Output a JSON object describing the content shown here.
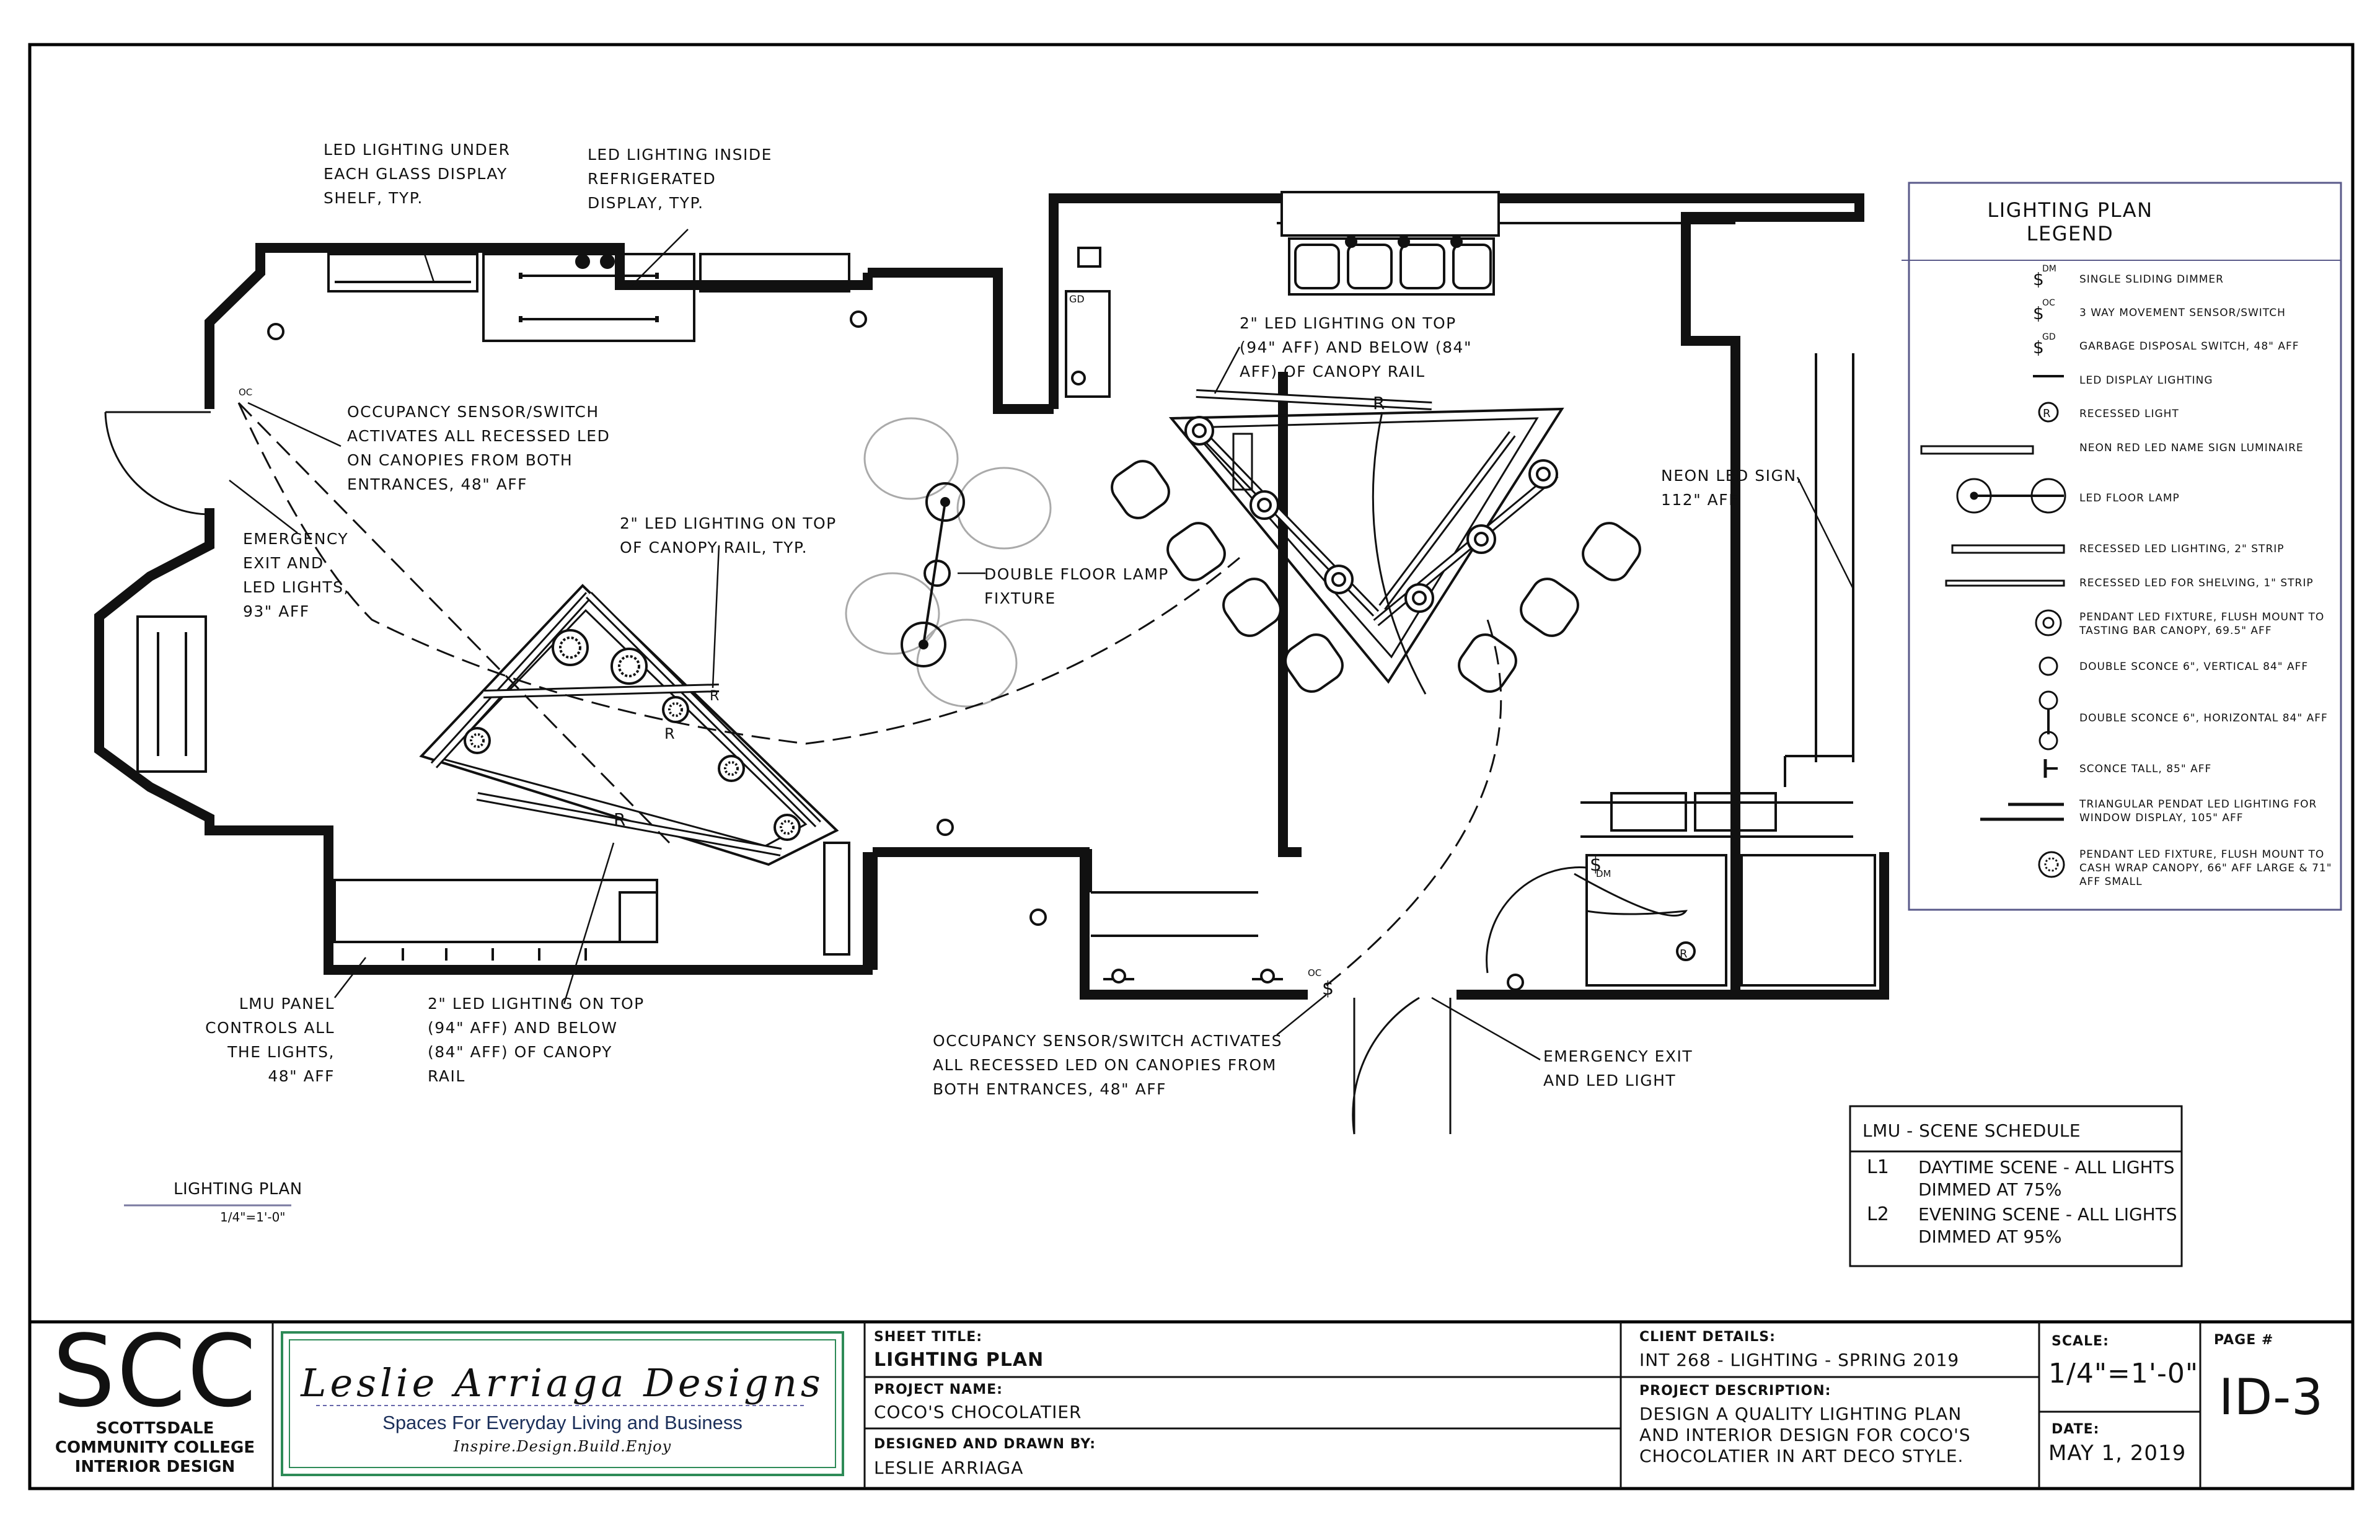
{
  "annotations": {
    "led_under_shelf": "LED LIGHTING UNDER\nEACH GLASS DISPLAY\nSHELF, TYP.",
    "led_inside_display": "LED LIGHTING INSIDE\nREFRIGERATED\nDISPLAY, TYP.",
    "led_canopy_right": "2\" LED LIGHTING ON TOP\n(94\" AFF) AND BELOW (84\"\nAFF) OF CANOPY RAIL",
    "occupancy_top": "OCCUPANCY SENSOR/SWITCH\nACTIVATES ALL RECESSED LED\nON CANOPIES FROM BOTH\nENTRANCES, 48\" AFF",
    "emergency_left": "EMERGENCY\nEXIT AND\nLED LIGHTS,\n93\" AFF",
    "canopy_rail_typ": "2\" LED LIGHTING ON TOP\nOF CANOPY RAIL, TYP.",
    "floor_lamp": "DOUBLE FLOOR LAMP\nFIXTURE",
    "neon_sign": "NEON LED SIGN,\n112\" AFF",
    "lmu_panel": "LMU PANEL\nCONTROLS ALL\nTHE LIGHTS,\n48\" AFF",
    "led_canopy_left": "2\" LED LIGHTING ON TOP\n(94\" AFF) AND BELOW\n(84\" AFF) OF CANOPY\nRAIL",
    "occupancy_bottom": "OCCUPANCY SENSOR/SWITCH ACTIVATES\nALL RECESSED LED ON CANOPIES FROM\nBOTH ENTRANCES, 48\" AFF",
    "emergency_bottom": "EMERGENCY EXIT\nAND LED LIGHT"
  },
  "plan_symbols": {
    "r": "R",
    "dm": "DM",
    "oc": "OC",
    "gd": "GD",
    "dollar": "$"
  },
  "plan_title": {
    "name": "LIGHTING PLAN",
    "scale": "1/4\"=1'-0\""
  },
  "legend": {
    "title": "LIGHTING PLAN\nLEGEND",
    "items": [
      "SINGLE SLIDING DIMMER",
      "3 WAY MOVEMENT SENSOR/SWITCH",
      "GARBAGE DISPOSAL SWITCH, 48\" AFF",
      "LED DISPLAY LIGHTING",
      "RECESSED LIGHT",
      "NEON RED LED NAME SIGN LUMINAIRE",
      "LED FLOOR LAMP",
      "RECESSED LED LIGHTING, 2\" STRIP",
      "RECESSED LED FOR SHELVING, 1\" STRIP",
      "PENDANT LED FIXTURE, FLUSH MOUNT TO\nTASTING BAR CANOPY, 69.5\" AFF",
      "DOUBLE SCONCE 6\", VERTICAL 84\" AFF",
      "DOUBLE SCONCE 6\", HORIZONTAL 84\" AFF",
      "SCONCE TALL, 85\" AFF",
      "TRIANGULAR PENDAT LED LIGHTING FOR\nWINDOW DISPLAY, 105\" AFF",
      "PENDANT LED FIXTURE, FLUSH MOUNT TO\nCASH WRAP CANOPY, 66\" AFF LARGE & 71\"\nAFF SMALL"
    ]
  },
  "scene_schedule": {
    "title": "LMU - SCENE SCHEDULE",
    "rows": [
      {
        "code": "L1",
        "text": "DAYTIME SCENE - ALL LIGHTS\nDIMMED AT 75%"
      },
      {
        "code": "L2",
        "text": "EVENING SCENE  - ALL LIGHTS\nDIMMED AT 95%"
      }
    ]
  },
  "title_block": {
    "school_logo": "SCC",
    "school_name": "SCOTTSDALE\nCOMMUNITY COLLEGE\nINTERIOR DESIGN",
    "brand": "Leslie Arriaga Designs",
    "tagline": "Spaces For Everyday Living and Business",
    "motto": "Inspire.Design.Build.Enjoy",
    "sheet_title_label": "SHEET TITLE:",
    "sheet_title": "LIGHTING PLAN",
    "project_name_label": "PROJECT NAME:",
    "project_name": "COCO'S CHOCOLATIER",
    "designed_label": "DESIGNED AND DRAWN BY:",
    "designed_by": "LESLIE ARRIAGA",
    "client_label": "CLIENT DETAILS:",
    "client": "INT 268 - LIGHTING - SPRING 2019",
    "description_label": "PROJECT DESCRIPTION:",
    "description": "DESIGN A QUALITY LIGHTING PLAN\nAND INTERIOR DESIGN FOR COCO'S\nCHOCOLATIER IN ART DECO STYLE.",
    "scale_label": "SCALE:",
    "scale": "1/4\"=1'-0\"",
    "date_label": "DATE:",
    "date": "MAY 1, 2019",
    "page_label": "PAGE #",
    "page": "ID-3"
  },
  "colors": {
    "ink": "#111111",
    "frame": "#000000",
    "legend_border": "#5a5a8a",
    "brand_border": "#2e8b57"
  }
}
